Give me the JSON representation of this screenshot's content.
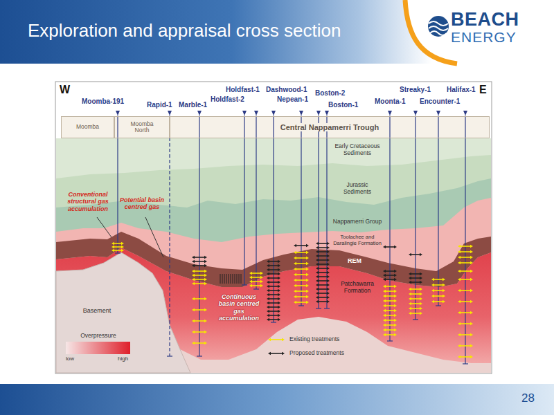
{
  "diagram": {
    "title": "Exploration and appraisal cross section",
    "nodes": [
      {
        "text": [
          "Moomba"
        ]
      },
      {
        "text": [
          "Moomba North"
        ]
      },
      {
        "text": [
          "Central Nappamerri Trough"
        ]
      }
    ],
    "labels": [
      "W",
      "E",
      "Moomba-191",
      "Rapid-1",
      "Marble-1",
      "Holdfast-1",
      "Holdfast-2",
      "Dashwood-1",
      "Nepean-1",
      "Boston-2",
      "Boston-1",
      "Moonta-1",
      "Streaky-1",
      "Encounter-1",
      "Halifax-1",
      "Early Cretaceous Sediments",
      "Jurassic Sediments",
      "Nappamerri Group",
      "Toolachee and Daralingie Formation",
      "REM",
      "Patchawarra Formation",
      "Basement",
      "Conventional structural gas accumulation",
      "Potential basin centred gas",
      "Continuous basin centred gas accumulation",
      "Overpressure",
      "low",
      "high",
      "BEACH",
      "ENERGY",
      "28"
    ],
    "legend": [
      {
        "text": "Existing treatments"
      },
      {
        "text": "Proposed treatments"
      }
    ]
  }
}
